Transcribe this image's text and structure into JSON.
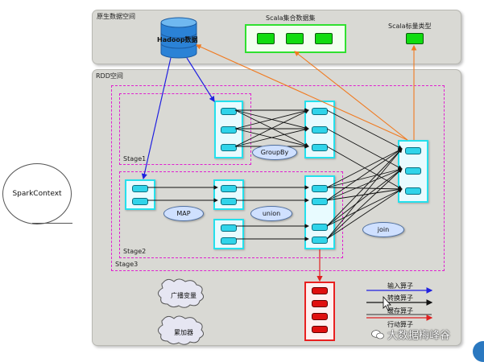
{
  "panels": {
    "native_space": "原生数据空间",
    "rdd_space": "RDD空间"
  },
  "sources": {
    "hadoop": "Hadoop数据",
    "scala_collection": "Scala集合数据集",
    "scala_scalar": "Scala标量类型"
  },
  "stages": {
    "stage1": "Stage1",
    "stage2": "Stage2",
    "stage3": "Stage3"
  },
  "operators": {
    "groupby": "GroupBy",
    "map": "MAP",
    "union": "union",
    "join": "join"
  },
  "clouds": {
    "broadcast": "广播变量",
    "accumulator": "累加器"
  },
  "legend": {
    "input": "输入算子",
    "transform": "转换算子",
    "cache": "缓存算子",
    "action": "行动算子"
  },
  "spark_context": "SparkContext",
  "watermark": "大数据梅峰谷",
  "colors": {
    "partition": "#30d4ea",
    "partition_border": "#25e0ec",
    "stage_dash": "#e020d0",
    "scala_green": "#10dc10",
    "action_red": "#e01010",
    "input_arrow": "#2020e0",
    "transform_arrow": "#111111",
    "cache_arrow": "#555555",
    "action_arrow": "#e02020",
    "scala_arrow": "#f07a20"
  },
  "icons": [
    "database-icon",
    "cloud-icon",
    "wechat-icon",
    "cursor-icon"
  ]
}
